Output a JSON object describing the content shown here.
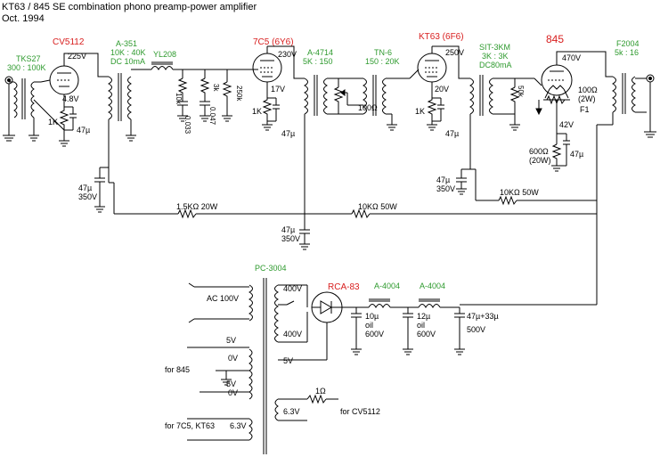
{
  "title": "KT63 / 845 SE combination phono preamp-power amplifier",
  "date": "Oct. 1994",
  "colors": {
    "tube_label": "#d81e1e",
    "part_label": "#2e9a2e",
    "wire": "#000000"
  },
  "input_transformer": {
    "name": "TKS27",
    "ratio": "300 : 100K"
  },
  "stage1": {
    "tube": "CV5112",
    "plate_v": "225V",
    "cathode_v": "4.8V",
    "rk": "1K",
    "ck": "47µ"
  },
  "xfmr_a351": {
    "name": "A-351",
    "ratio": "10K : 40K",
    "current": "DC 10mA"
  },
  "choke_yl208": {
    "name": "YL208"
  },
  "eq_network": {
    "r1": "10k",
    "c1": "0.033",
    "r2": "3k",
    "c2": "0.047",
    "r3": "250k"
  },
  "stage2": {
    "tube": "7C5 (6Y6)",
    "plate_v": "230V",
    "cathode_v": "17V",
    "rk": "1K",
    "ck": "47µ"
  },
  "xfmr_a4714": {
    "name": "A-4714",
    "ratio": "5K : 150"
  },
  "pot_100": {
    "value": "100Ω"
  },
  "xfmr_tn6": {
    "name": "TN-6",
    "ratio": "150 : 20K"
  },
  "stage3": {
    "tube": "KT63 (6F6)",
    "plate_v": "250V",
    "cathode_v": "20V",
    "rk": "1K",
    "ck": "47µ"
  },
  "xfmr_sit3km": {
    "name": "SIT-3KM",
    "ratio": "3K : 3K",
    "current": "DC80mA"
  },
  "r_50k": {
    "value": "50k"
  },
  "stage4": {
    "tube": "845",
    "plate_v": "470V",
    "hum_pot": "100Ω",
    "hum_pot_rating": "(2W)",
    "fuse": "F1",
    "cathode_v": "42V",
    "rk": "600Ω",
    "rk_rating": "(20W)",
    "ck": "47µ"
  },
  "output_xfmr": {
    "name": "F2004",
    "ratio": "5k : 16"
  },
  "decoupling": {
    "c_a": {
      "value": "47µ",
      "rating": "350V"
    },
    "c_b": {
      "value": "47µ",
      "rating": "350V"
    },
    "c_c": {
      "value": "47µ",
      "rating": "350V"
    },
    "r_a": "1.5KΩ 20W",
    "r_b": "10KΩ 50W",
    "r_c": "10KΩ 50W"
  },
  "power": {
    "transformer": "PC-3004",
    "ac_in": "AC 100V",
    "hv_top": "400V",
    "hv_bottom": "400V",
    "rectifier": "RCA-83",
    "rect_heater": "5V",
    "choke1": "A-4004",
    "choke2": "A-4004",
    "c1": {
      "value": "10µ",
      "type": "oil",
      "rating": "600V"
    },
    "c2": {
      "value": "12µ",
      "type": "oil",
      "rating": "600V"
    },
    "c3": {
      "value": "47µ+33µ",
      "rating": "500V"
    },
    "fil_845_top": "5V",
    "fil_845_mid": "0V",
    "fil_845_bot": "5V",
    "fil_845_zero": "0V",
    "fil_845_label": "for 845",
    "fil_cv5112": "6.3V",
    "fil_cv5112_r": "1Ω",
    "fil_cv5112_label": "for CV5112",
    "fil_7c5": "6.3V",
    "fil_7c5_label": "for 7C5, KT63"
  }
}
